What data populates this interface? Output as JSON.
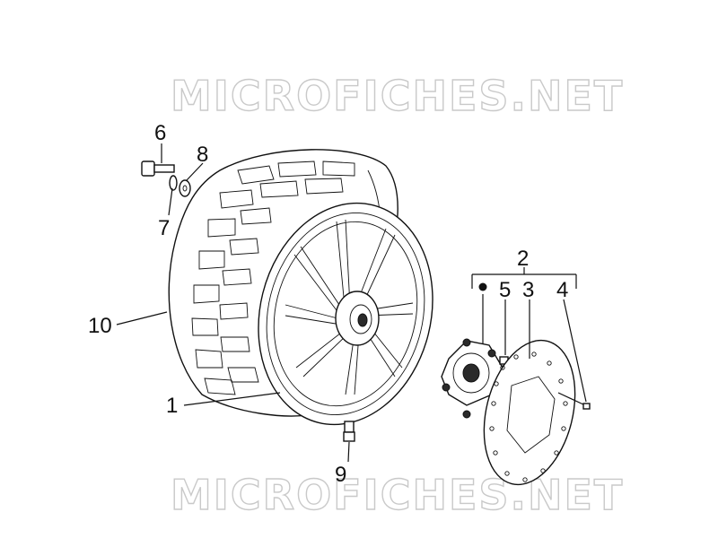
{
  "watermark": {
    "text": "MICROFICHES.NET"
  },
  "callouts": [
    {
      "id": "c1",
      "label": "1"
    },
    {
      "id": "c2",
      "label": "2"
    },
    {
      "id": "c3",
      "label": "3"
    },
    {
      "id": "c4",
      "label": "4"
    },
    {
      "id": "c5",
      "label": "5"
    },
    {
      "id": "c6",
      "label": "6"
    },
    {
      "id": "c7",
      "label": "7"
    },
    {
      "id": "c8",
      "label": "8"
    },
    {
      "id": "c9",
      "label": "9"
    },
    {
      "id": "c10",
      "label": "10"
    }
  ],
  "bullet_marker": "•"
}
